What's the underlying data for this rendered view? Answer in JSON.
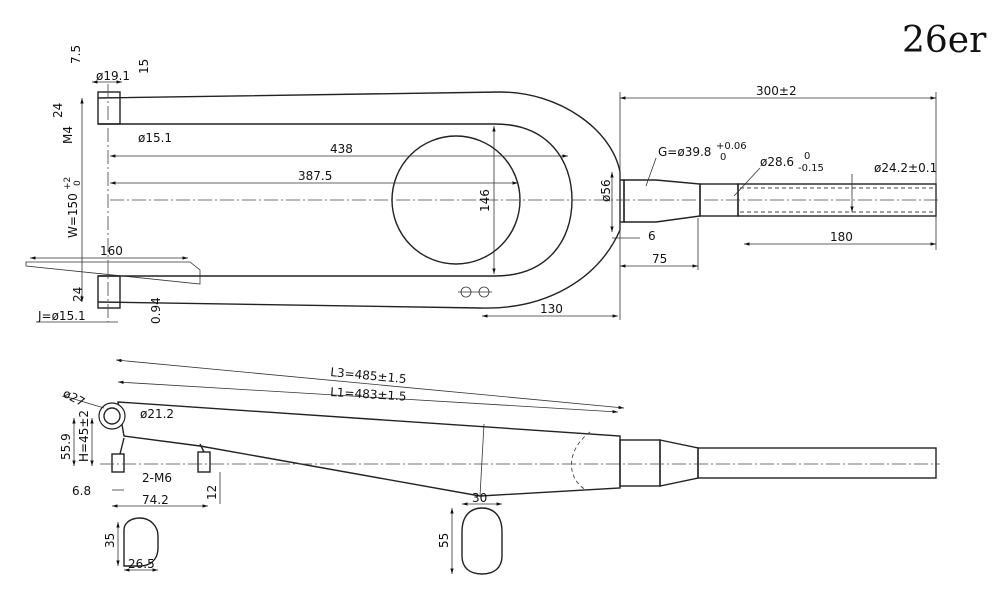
{
  "title": "26er",
  "top_view": {
    "dims": {
      "d_7_5": "7.5",
      "d_19_1": "ø19.1",
      "d_15": "15",
      "d_24_top": "24",
      "d_m4": "M4",
      "d_15_1": "ø15.1",
      "d_438": "438",
      "d_387_5": "387.5",
      "d_146": "146",
      "d_w": "W=150",
      "d_w_tol_up": "+2",
      "d_w_tol_dn": "0",
      "d_160": "160",
      "d_24_bot": "24",
      "d_j": "J=ø15.1",
      "d_0_94": "0.94",
      "d_130": "130",
      "d_300": "300±2",
      "d_g": "G=ø39.8",
      "d_g_tol_up": "+0.06",
      "d_g_tol_dn": "0",
      "d_28_6": "ø28.6",
      "d_28_6_tol_up": "0",
      "d_28_6_tol_dn": "-0.15",
      "d_24_2": "ø24.2±0.1",
      "d_56": "ø56",
      "d_6": "6",
      "d_180": "180",
      "d_75": "75"
    }
  },
  "side_view": {
    "dims": {
      "d_l3": "L3=485±1.5",
      "d_l1": "L1=483±1.5",
      "d_27": "ø27",
      "d_21_2": "ø21.2",
      "d_55_9": "55.9",
      "d_h": "H=45±2",
      "d_m6": "2-M6",
      "d_6_8": "6.8",
      "d_74_2": "74.2",
      "d_12": "12",
      "d_30": "30",
      "d_55": "55",
      "d_35": "35",
      "d_26_5": "26.5"
    }
  }
}
